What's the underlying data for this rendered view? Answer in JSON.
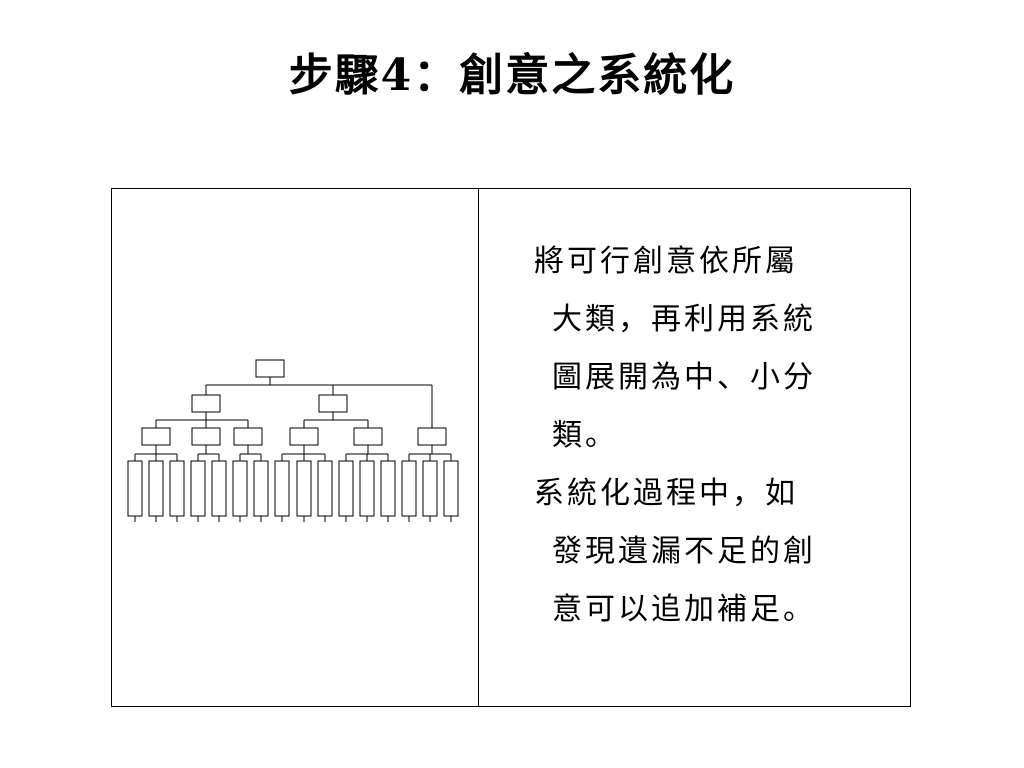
{
  "slide": {
    "title": "步驟4：創意之系統化"
  },
  "diagram": {
    "levels": [
      1,
      2,
      6,
      16
    ]
  },
  "bullets": [
    {
      "mark": "·",
      "lines": [
        "將可行創意依所屬",
        "大類，再利用系統",
        "圖展開為中、小分",
        "類。"
      ]
    },
    {
      "mark": "·",
      "lines": [
        "系統化過程中，如",
        "發現遺漏不足的創",
        "意可以追加補足。"
      ]
    }
  ],
  "colors": {
    "stroke": "#000000",
    "background": "#ffffff"
  }
}
